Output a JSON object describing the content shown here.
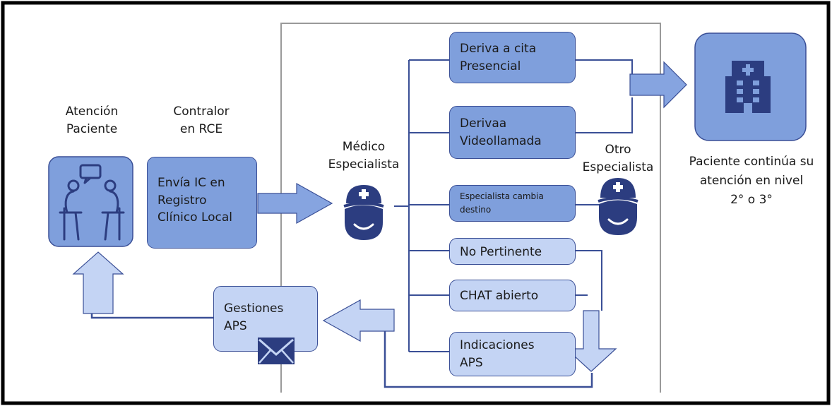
{
  "labels": {
    "atencion": [
      "Atención",
      "Paciente"
    ],
    "contralor": [
      "Contralor",
      "en RCE"
    ],
    "medico": [
      "Médico",
      "Especialista"
    ],
    "otro": [
      "Otro",
      "Especialista"
    ],
    "paciente_continua": [
      "Paciente continúa su",
      "atención en nivel",
      "2° o 3°"
    ]
  },
  "boxes": {
    "envia": [
      "Envía IC en",
      "Registro",
      "Clínico Local"
    ],
    "deriva_presencial": [
      "Deriva a cita",
      "Presencial"
    ],
    "deriva_video": [
      "Derivaa",
      "Videollamada"
    ],
    "cambia_destino": [
      "Especialista cambia",
      "destino"
    ],
    "no_pertinente": "No Pertinente",
    "chat": "CHAT abierto",
    "indicaciones": [
      "Indicaciones",
      "APS"
    ],
    "gestiones": [
      "Gestiones",
      "APS"
    ]
  },
  "icons": [
    "patient-care-icon",
    "doctor-icon",
    "other-doctor-icon",
    "hospital-icon",
    "envelope-icon"
  ],
  "colors": {
    "box_dark": "#7f9fdc",
    "box_light": "#c4d4f4",
    "connector": "#3a4f96",
    "icon": "#2c3d80",
    "frame": "#000000"
  }
}
